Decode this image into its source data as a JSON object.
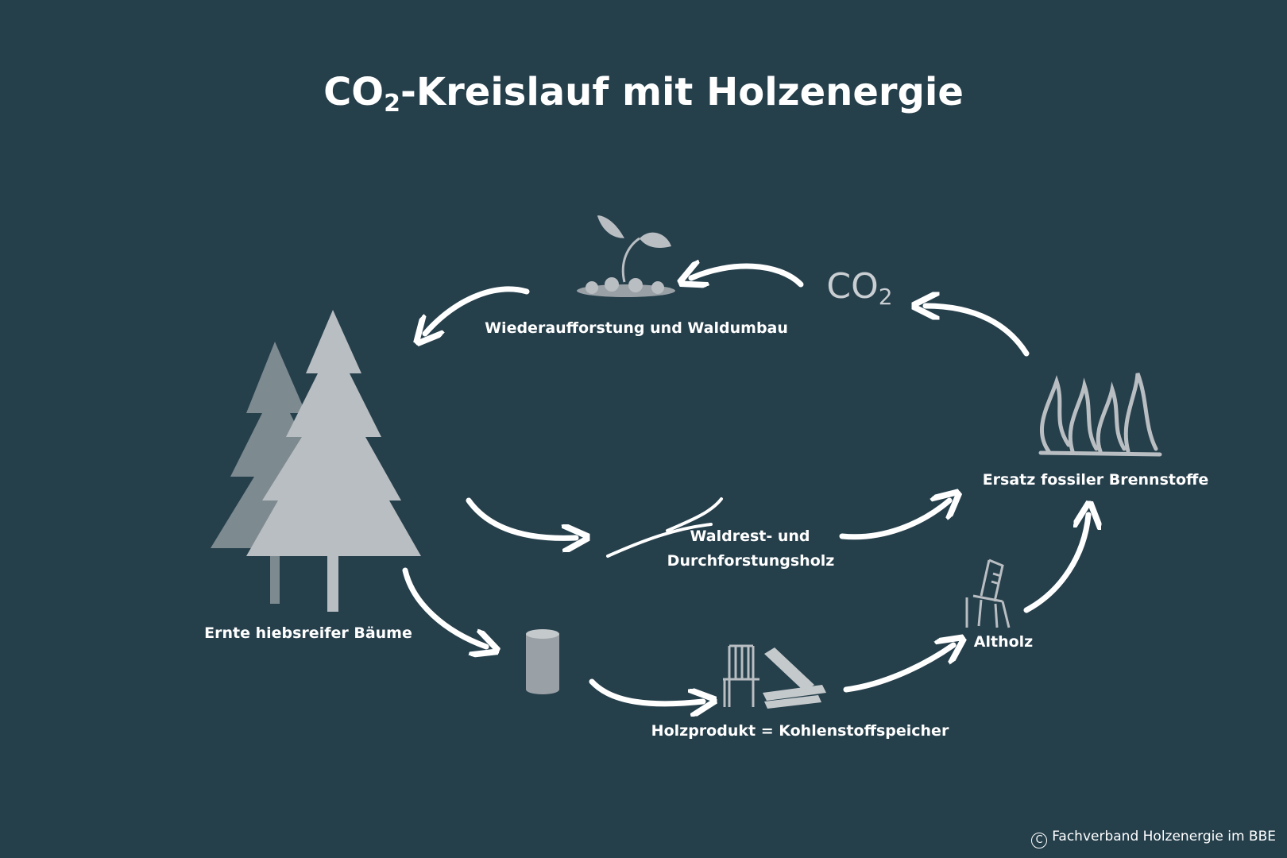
{
  "title": {
    "prefix": "CO",
    "sub": "2",
    "suffix": "-Kreislauf mit Holzenergie"
  },
  "co2": {
    "main": "CO",
    "sub": "2"
  },
  "labels": {
    "reforestation": "Wiederaufforstung und Waldumbau",
    "harvest": "Ernte hiebsreifer Bäume",
    "residue_line1": "Waldrest- und",
    "residue_line2": "Durchforstungsholz",
    "product": "Holzprodukt = Kohlenstoffspeicher",
    "waste_wood": "Altholz",
    "fossil_substitute": "Ersatz fossiler Brennstoffe"
  },
  "copyright": {
    "symbol": "C",
    "text": "Fachverband Holzenergie im BBE"
  },
  "colors": {
    "background": "#253f4b",
    "icon": "#b9bec2",
    "icon_dark": "#7d8a90",
    "arrow": "#ffffff"
  }
}
